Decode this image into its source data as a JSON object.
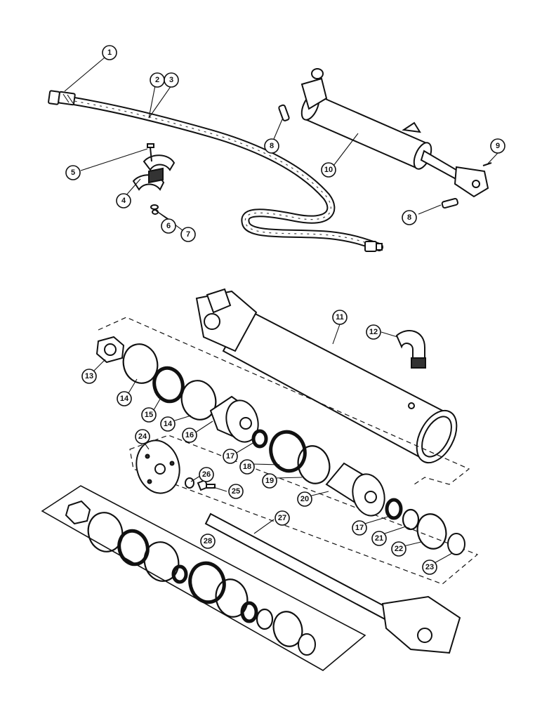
{
  "callouts": [
    {
      "label": "1"
    },
    {
      "label": "2"
    },
    {
      "label": "3"
    },
    {
      "label": "4"
    },
    {
      "label": "5"
    },
    {
      "label": "6"
    },
    {
      "label": "7"
    },
    {
      "label": "8"
    },
    {
      "label": "8"
    },
    {
      "label": "9"
    },
    {
      "label": "10"
    },
    {
      "label": "11"
    },
    {
      "label": "12"
    },
    {
      "label": "13"
    },
    {
      "label": "14"
    },
    {
      "label": "15"
    },
    {
      "label": "14"
    },
    {
      "label": "16"
    },
    {
      "label": "17"
    },
    {
      "label": "18"
    },
    {
      "label": "19"
    },
    {
      "label": "20"
    },
    {
      "label": "17"
    },
    {
      "label": "21"
    },
    {
      "label": "22"
    },
    {
      "label": "23"
    },
    {
      "label": "24"
    },
    {
      "label": "25"
    },
    {
      "label": "26"
    },
    {
      "label": "27"
    },
    {
      "label": "28"
    }
  ]
}
